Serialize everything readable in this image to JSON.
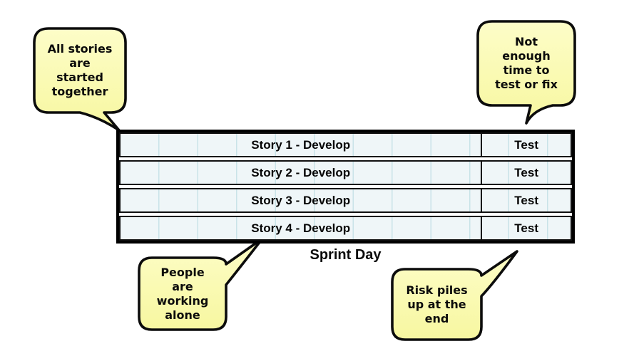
{
  "diagram": {
    "title_context": "Sprint anti-pattern diagram",
    "axis_label": "Sprint Day"
  },
  "bubbles": {
    "top_left": {
      "text": "All stories\nare\nstarted\ntogether"
    },
    "top_right": {
      "text": "Not\nenough\ntime to\ntest or fix"
    },
    "bottom_left": {
      "text": "People\nare\nworking\nalone"
    },
    "bottom_right": {
      "text": "Risk piles\nup at the\nend"
    }
  },
  "table": {
    "rows": [
      {
        "develop": "Story 1 - Develop",
        "test": "Test"
      },
      {
        "develop": "Story 2 - Develop",
        "test": "Test"
      },
      {
        "develop": "Story 3 - Develop",
        "test": "Test"
      },
      {
        "develop": "Story 4 - Develop",
        "test": "Test"
      }
    ]
  },
  "colors": {
    "bubble_fill_top": "#fdfdc8",
    "bubble_fill_bottom": "#f7f7a0",
    "bubble_border": "#0c0c0c",
    "row_background": "#eff6f8",
    "gridline": "#c9e3e8",
    "table_border": "#000000"
  }
}
